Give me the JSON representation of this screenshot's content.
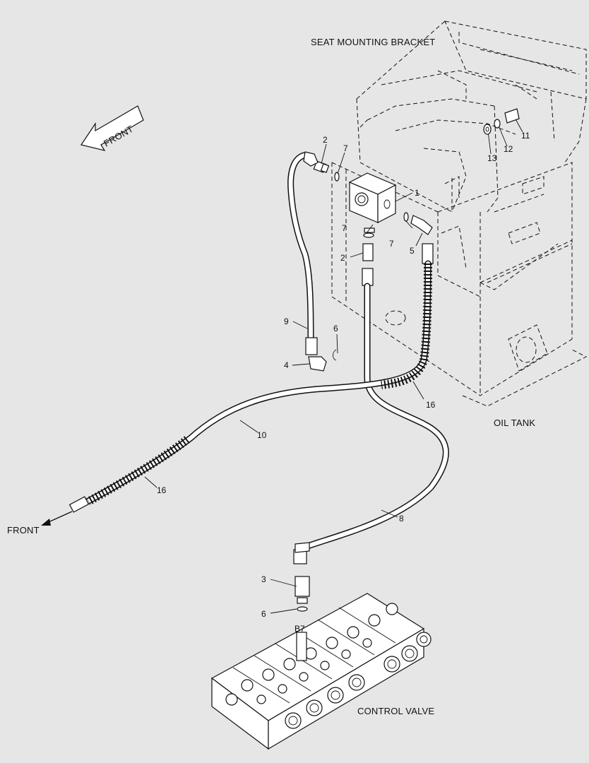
{
  "captions": {
    "seat_bracket": "SEAT MOUNTING BRACKET",
    "oil_tank": "OIL TANK",
    "control_valve": "CONTROL VALVE",
    "front_arrow": "FRONT",
    "front_label": "FRONT",
    "port": "B7"
  },
  "callouts": {
    "c1": "1",
    "c2a": "2",
    "c2b": "2",
    "c3": "3",
    "c4": "4",
    "c5": "5",
    "c6a": "6",
    "c6b": "6",
    "c7a": "7",
    "c7b": "7",
    "c7c": "7",
    "c8": "8",
    "c9": "9",
    "c10": "10",
    "c11": "11",
    "c12": "12",
    "c13": "13",
    "c16a": "16",
    "c16b": "16"
  }
}
